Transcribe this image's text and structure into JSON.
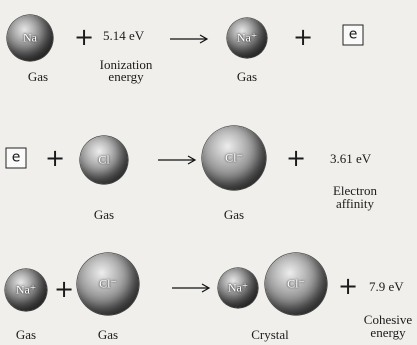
{
  "row1": {
    "na_atom_label": "Na",
    "energy_value": "5.14 eV",
    "energy_caption_line1": "Ionization",
    "energy_caption_line2": "energy",
    "na_gas_label": "Gas",
    "na_ion_label": "Na⁺",
    "na_ion_gas_label": "Gas",
    "electron_label": "e"
  },
  "row2": {
    "electron_label": "e",
    "cl_atom_label": "Cl",
    "cl_gas_label": "Gas",
    "cl_ion_label": "Cl⁻",
    "cl_ion_gas_label": "Gas",
    "energy_value": "3.61 eV",
    "energy_caption_line1": "Electron",
    "energy_caption_line2": "affinity"
  },
  "row3": {
    "na_ion_label": "Na⁺",
    "na_gas_label": "Gas",
    "cl_ion_label": "Cl⁻",
    "cl_gas_label": "Gas",
    "crystal_na_label": "Na⁺",
    "crystal_cl_label": "Cl⁻",
    "crystal_label": "Crystal",
    "energy_value": "7.9 eV",
    "energy_caption_line1": "Cohesive",
    "energy_caption_line2": "energy"
  },
  "colors": {
    "background": "#f1efeb",
    "text": "#1b1b1b"
  }
}
